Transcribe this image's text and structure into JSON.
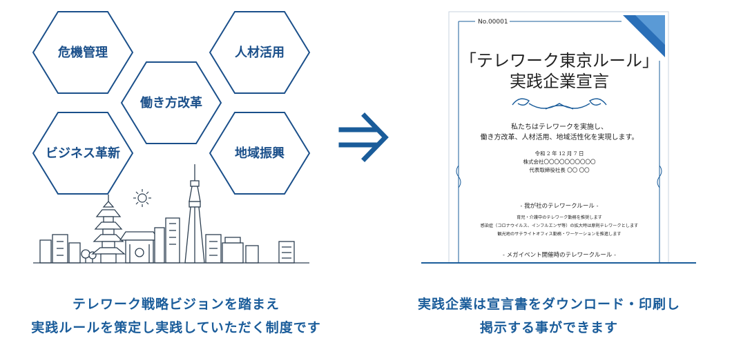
{
  "hexagons": [
    {
      "label": "危機管理"
    },
    {
      "label": "人材活用"
    },
    {
      "label": "働き方改革"
    },
    {
      "label": "ビジネス革新"
    },
    {
      "label": "地域振興"
    }
  ],
  "caption_left": {
    "line1": "テレワーク戦略ビジョンを踏まえ",
    "line2": "実践ルールを策定し実践していただく制度です"
  },
  "caption_right": {
    "line1": "実践企業は宣言書をダウンロード・印刷し",
    "line2": "掲示する事ができます"
  },
  "certificate": {
    "number": "No.00001",
    "title_line1": "「テレワーク東京ルール」",
    "title_line2": "実践企業宣言",
    "pledge_line1": "私たちはテレワークを実施し、",
    "pledge_line2": "働き方改革、人材活用、地域活性化を実現します。",
    "date": "令和 2 年 12 月 7 日",
    "company": "株式会社〇〇〇〇〇〇〇〇〇〇",
    "representative": "代表取締役社長 〇〇 〇〇",
    "rules_heading": "- 我が社のテレワークルール -",
    "rules": [
      "育児・介護中のテレワーク勤務を推奨します",
      "感染症（コロナウイルス、インフルエンザ等）の拡大時は原則テレワークとします",
      "観光地のサテライトオフィス勤務・ワーケーションを推進します"
    ],
    "mega_heading": "- メガイベント開催時のテレワークルール -"
  },
  "colors": {
    "primary": "#1a5c9a",
    "hex_stroke": "#1a4f8a",
    "skyline": "#2c3e50",
    "arrow": "#1a5c9a"
  }
}
